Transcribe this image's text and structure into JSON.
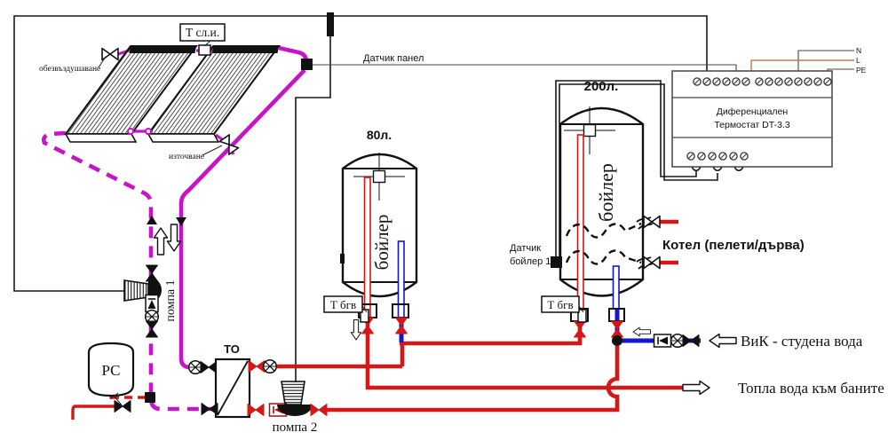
{
  "labels": {
    "solar_sensor": "Т сл.и.",
    "air_vent": "обезвъздушаване",
    "drain": "източване",
    "panel_sensor": "Датчик панел",
    "pump1": "помпа 1",
    "pump2": "помпа 2",
    "heat_exchanger": "ТО",
    "expansion_vessel": "РС",
    "boiler80_volume": "80л.",
    "boiler200_volume": "200л.",
    "boiler80_name": "бойлер",
    "boiler200_name": "бойлер",
    "t_bgv_80": "Т бгв",
    "t_bgv_200": "Т бгв",
    "boiler_sensor_line1": "Датчик",
    "boiler_sensor_line2": "бойлер 1",
    "boiler_source": "Котел (пелети/дърва)",
    "cold_water": "ВиК - студена вода",
    "hot_water": "Топла вода към баните",
    "thermostat_line1": "Диференциален",
    "thermostat_line2": "Термостат DT-3.3",
    "wire_n": "N",
    "wire_l": "L",
    "wire_pe": "PE"
  },
  "colors": {
    "solar_pipe": "#c813c8",
    "hot_pipe": "#d51717",
    "cold_pipe": "#1515cf",
    "wire": "#181818",
    "live_wire": "#c87848"
  }
}
